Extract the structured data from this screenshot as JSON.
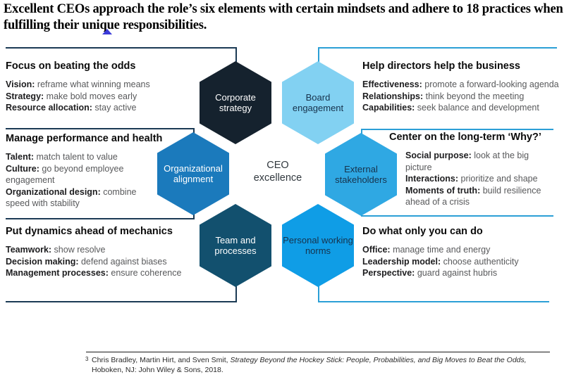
{
  "title": "Excellent CEOs approach the role’s six elements with certain mindsets and adhere to 18 practices when fulfilling their unique responsibilities.",
  "center": {
    "line1": "CEO",
    "line2": "excellence"
  },
  "colors": {
    "left_bracket": "#1b3a54",
    "right_bracket": "#2b9fd6",
    "caret": "#3a3ad8"
  },
  "hexagons": [
    {
      "label": "Corporate strategy",
      "color": "#15222e",
      "text_color": "#ffffff"
    },
    {
      "label": "Board engagement",
      "color": "#82d1f2",
      "text_color": "#16324c"
    },
    {
      "label": "Organizational alignment",
      "color": "#1b7abc",
      "text_color": "#ffffff"
    },
    {
      "label": "External stakeholders",
      "color": "#2fa8e3",
      "text_color": "#16324c"
    },
    {
      "label": "Team and processes",
      "color": "#12506e",
      "text_color": "#ffffff"
    },
    {
      "label": "Personal working norms",
      "color": "#0f9de6",
      "text_color": "#16324c"
    }
  ],
  "blocks": [
    {
      "heading": "Focus on beating the odds",
      "items": [
        {
          "label": "Vision:",
          "text": "reframe what winning means"
        },
        {
          "label": "Strategy:",
          "text": "make bold moves early"
        },
        {
          "label": "Resource allocation:",
          "text": "stay active"
        }
      ]
    },
    {
      "heading": "Help directors help the business",
      "items": [
        {
          "label": "Effectiveness:",
          "text": "promote a forward-looking agenda"
        },
        {
          "label": "Relationships:",
          "text": "think beyond the meeting"
        },
        {
          "label": "Capabilities:",
          "text": "seek balance and development"
        }
      ]
    },
    {
      "heading": "Manage performance and health",
      "items": [
        {
          "label": "Talent:",
          "text": "match talent to value"
        },
        {
          "label": "Culture:",
          "text": "go beyond employee engagement"
        },
        {
          "label": "Organizational design:",
          "text": "combine speed with stability"
        }
      ]
    },
    {
      "heading": "Center on the long-term ‘Why?’",
      "items": [
        {
          "label": "Social purpose:",
          "text": "look at the big picture"
        },
        {
          "label": "Interactions:",
          "text": "prioritize and shape"
        },
        {
          "label": "Moments of truth:",
          "text": "build resilience ahead of a crisis"
        }
      ]
    },
    {
      "heading": "Put dynamics ahead of mechanics",
      "items": [
        {
          "label": "Teamwork:",
          "text": "show resolve"
        },
        {
          "label": "Decision making:",
          "text": "defend against biases"
        },
        {
          "label": "Management processes:",
          "text": "ensure coherence"
        }
      ]
    },
    {
      "heading": "Do what only you can do",
      "items": [
        {
          "label": "Office:",
          "text": "manage time and energy"
        },
        {
          "label": "Leadership model:",
          "text": "choose authenticity"
        },
        {
          "label": "Perspective:",
          "text": "guard against hubris"
        }
      ]
    }
  ],
  "footnote": {
    "marker": "3",
    "text": "Chris Bradley, Martin Hirt, and Sven Smit, ",
    "italic": "Strategy Beyond the Hockey Stick: People, Probabilities, and Big Moves to Beat the Odds,",
    "text2": " Hoboken, NJ: John Wiley & Sons, 2018."
  }
}
